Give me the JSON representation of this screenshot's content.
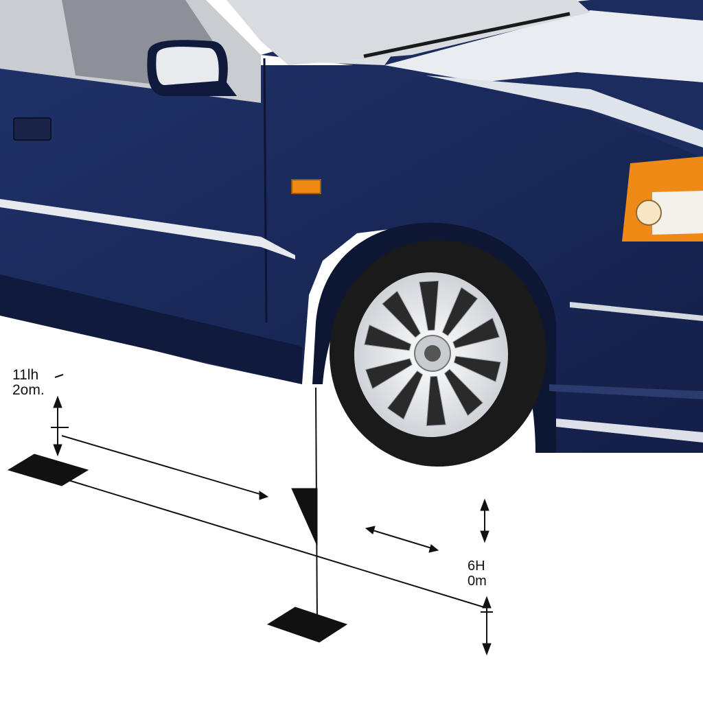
{
  "colors": {
    "body_paint": "#1b2a5a",
    "body_dark": "#0f1a3d",
    "highlight": "#e9ecf1",
    "turn_signal": "#f08a16",
    "tire": "#1a1a1a",
    "rim": "#eceef0",
    "ink": "#111111"
  },
  "annotations": {
    "left_line1": "11lh",
    "left_line2": "2om.",
    "right_line1": "6H",
    "right_line2": "0m"
  }
}
